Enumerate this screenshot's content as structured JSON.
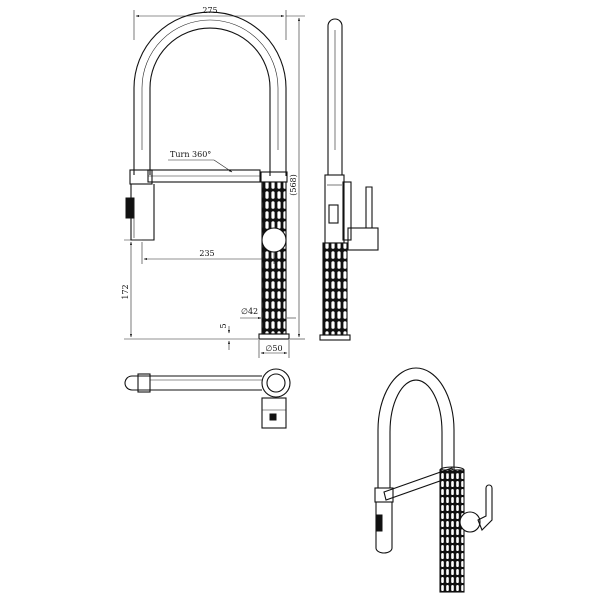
{
  "dimensions": {
    "overall_width": "275",
    "overall_height": "(568)",
    "turn_label": "Turn 360°",
    "spout_reach": "235",
    "lower_height": "172",
    "spout_diameter": "∅42",
    "base_gap": "5",
    "base_diameter": "∅50"
  },
  "colors": {
    "line": "#111111",
    "background": "#ffffff"
  }
}
